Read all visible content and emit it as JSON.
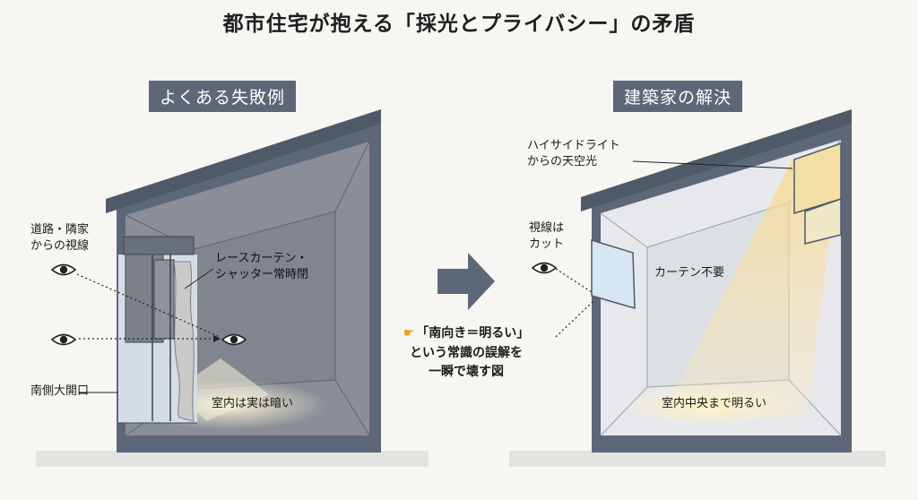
{
  "title": "都市住宅が抱える「採光とプライバシー」の矛盾",
  "left_panel": {
    "heading": "よくある失敗例",
    "labels": {
      "sightline": "道路・隣家\nからの視線",
      "curtain": "レースカーテン・\nシャッター常時閉",
      "window": "南側大開口",
      "floor": "室内は実は暗い"
    }
  },
  "right_panel": {
    "heading": "建築家の解決",
    "labels": {
      "highside": "ハイサイドライト\nからの天空光",
      "blocked": "視線は\nカット",
      "nocurtain": "カーテン不要",
      "floor": "室内中央まで明るい"
    }
  },
  "center_note": {
    "line1": "「南向き＝明るい」",
    "line2": "という常識の誤解を",
    "line3": "一瞬で壊す図"
  },
  "icons": {
    "eye": "eye-icon",
    "arrow": "right-arrow-icon",
    "pointer": "pointing-hand-icon"
  },
  "colors": {
    "wall": "#5c6878",
    "dark_room": "#868b95",
    "light_room": "#e4e6ea",
    "sun": "#f3d48a",
    "badge": "#5c6878"
  }
}
